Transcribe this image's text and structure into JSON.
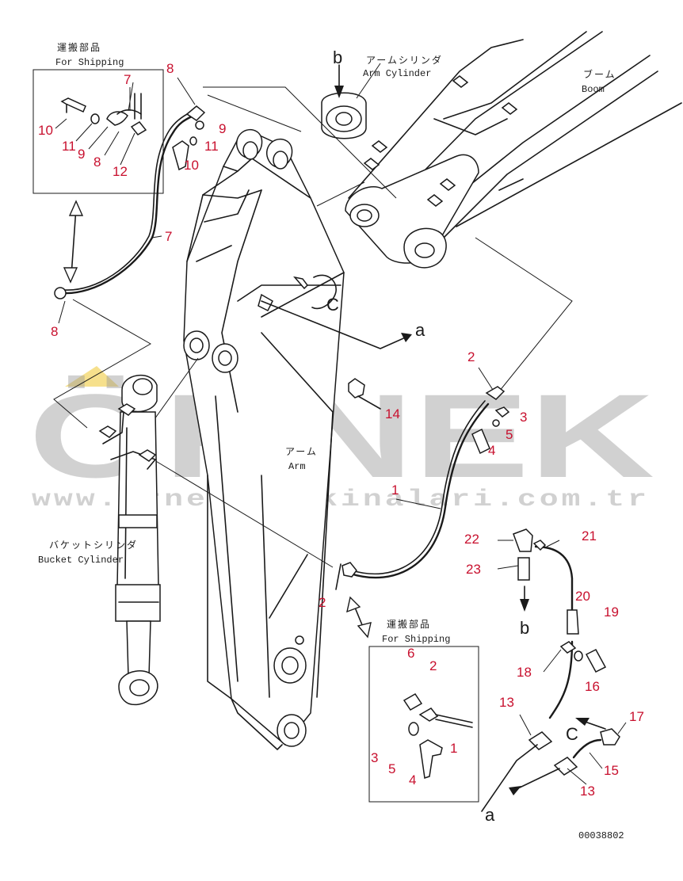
{
  "watermark": {
    "brand": "ÖRNEK",
    "url": "www.ornekismakinalari.com.tr",
    "accent_color": "#f2d35b"
  },
  "drawing_code": "00038802",
  "texts": {
    "shipping_jp_1": "運搬部品",
    "shipping_en_1": "For Shipping",
    "shipping_jp_2": "運搬部品",
    "shipping_en_2": "For Shipping",
    "arm_cylinder_jp": "アームシリンダ",
    "arm_cylinder_en": "Arm Cylinder",
    "boom_jp": "ブーム",
    "boom_en": "Boom",
    "arm_jp": "アーム",
    "arm_en": "Arm",
    "bucket_cylinder_jp": "バケットシリンダ",
    "bucket_cylinder_en": "Bucket Cylinder"
  },
  "ref_letters": {
    "b_top": "b",
    "b_bottom": "b",
    "c_arm": "C",
    "c_right": "C",
    "a_arm": "a",
    "a_bottom": "a"
  },
  "callouts": {
    "c7a": "7",
    "c10a": "10",
    "c11a": "11",
    "c9a": "9",
    "c8a": "8",
    "c12": "12",
    "c8b": "8",
    "c9b": "9",
    "c11b": "11",
    "c10b": "10",
    "c7b": "7",
    "c8c": "8",
    "c2a": "2",
    "c3a": "3",
    "c5a": "5",
    "c4a": "4",
    "c14": "14",
    "c1a": "1",
    "c2b": "2",
    "c22": "22",
    "c21": "21",
    "c23": "23",
    "c20": "20",
    "c19": "19",
    "c18": "18",
    "c16": "16",
    "c13a": "13",
    "c17": "17",
    "c15": "15",
    "c13b": "13",
    "c6": "6",
    "c2c": "2",
    "c1b": "1",
    "c3b": "3",
    "c5b": "5",
    "c4b": "4"
  },
  "colors": {
    "callout": "#c8102e",
    "line": "#1a1a1a"
  }
}
